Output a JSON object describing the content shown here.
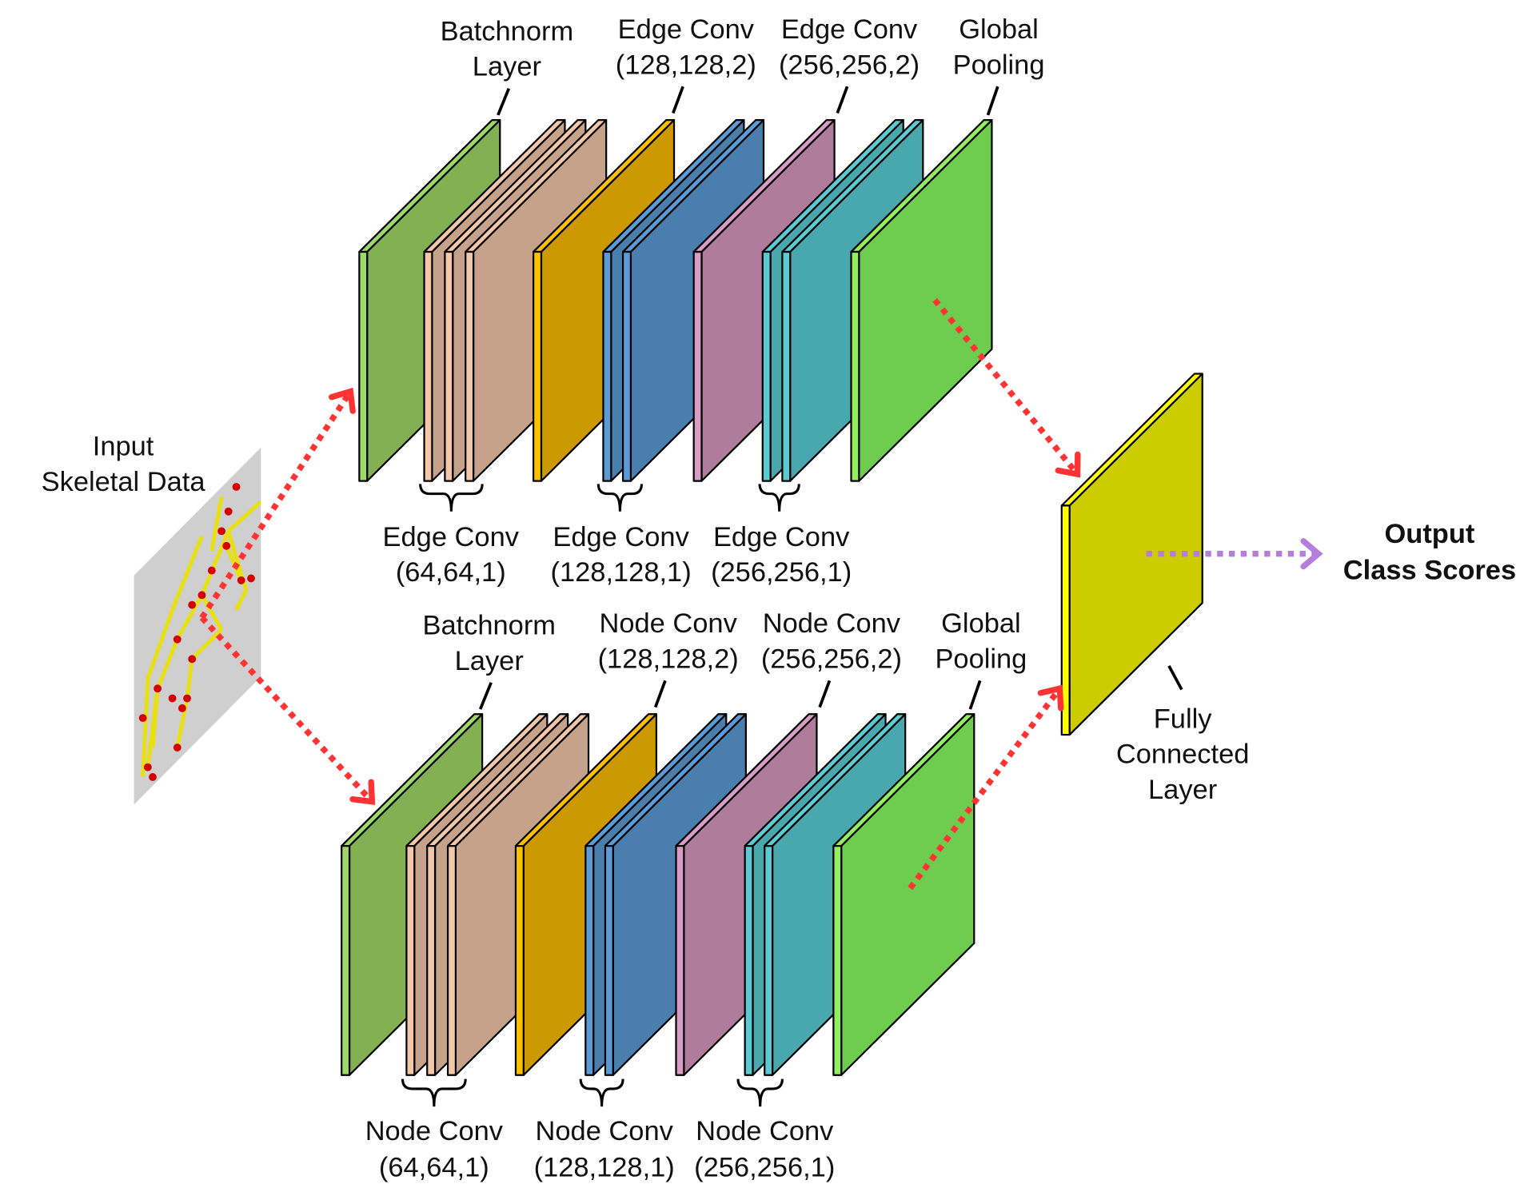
{
  "input_label": {
    "line1": "Input",
    "line2": "Skeletal Data"
  },
  "edge_branch": {
    "top_labels": [
      {
        "line1": "Batchnorm",
        "line2": "Layer"
      },
      {
        "line1": "Edge Conv",
        "line2": "(128,128,2)"
      },
      {
        "line1": "Edge Conv",
        "line2": "(256,256,2)"
      },
      {
        "line1": "Global",
        "line2": "Pooling"
      }
    ],
    "bottom_labels": [
      {
        "line1": "Edge Conv",
        "line2": "(64,64,1)"
      },
      {
        "line1": "Edge Conv",
        "line2": "(128,128,1)"
      },
      {
        "line1": "Edge Conv",
        "line2": "(256,256,1)"
      }
    ]
  },
  "node_branch": {
    "top_labels": [
      {
        "line1": "Batchnorm",
        "line2": "Layer"
      },
      {
        "line1": "Node Conv",
        "line2": "(128,128,2)"
      },
      {
        "line1": "Node Conv",
        "line2": "(256,256,2)"
      },
      {
        "line1": "Global",
        "line2": "Pooling"
      }
    ],
    "bottom_labels": [
      {
        "line1": "Node Conv",
        "line2": "(64,64,1)"
      },
      {
        "line1": "Node Conv",
        "line2": "(128,128,1)"
      },
      {
        "line1": "Node Conv",
        "line2": "(256,256,1)"
      }
    ]
  },
  "fc_label": {
    "line1": "Fully",
    "line2": "Connected",
    "line3": "Layer"
  },
  "output_label": {
    "line1": "Output",
    "line2": "Class Scores"
  },
  "layers": [
    {
      "type": "batchnorm",
      "face": "#82b052",
      "edge": "#9ed86a"
    },
    {
      "type": "conv64",
      "face": "#c6a28a",
      "edge": "#f4c7a8"
    },
    {
      "type": "conv64",
      "face": "#c6a28a",
      "edge": "#f4c7a8"
    },
    {
      "type": "conv64",
      "face": "#c6a28a",
      "edge": "#f4c7a8"
    },
    {
      "type": "conv128-2",
      "face": "#cc9a00",
      "edge": "#ffc000"
    },
    {
      "type": "conv128-1",
      "face": "#4a7eac",
      "edge": "#5b9bd5"
    },
    {
      "type": "conv128-1",
      "face": "#4a7eac",
      "edge": "#5b9bd5"
    },
    {
      "type": "conv256-2",
      "face": "#b07c9c",
      "edge": "#d99cc4"
    },
    {
      "type": "conv256-1",
      "face": "#48a8ae",
      "edge": "#5ccad2"
    },
    {
      "type": "conv256-1",
      "face": "#48a8ae",
      "edge": "#5ccad2"
    },
    {
      "type": "global-pooling",
      "face": "#6ecc4e",
      "edge": "#92f060"
    }
  ],
  "fc_layer": {
    "face": "#cccc00",
    "edge": "#ffff00"
  },
  "colors": {
    "arrow_red": "#ff3333",
    "arrow_purple": "#b57edc"
  }
}
